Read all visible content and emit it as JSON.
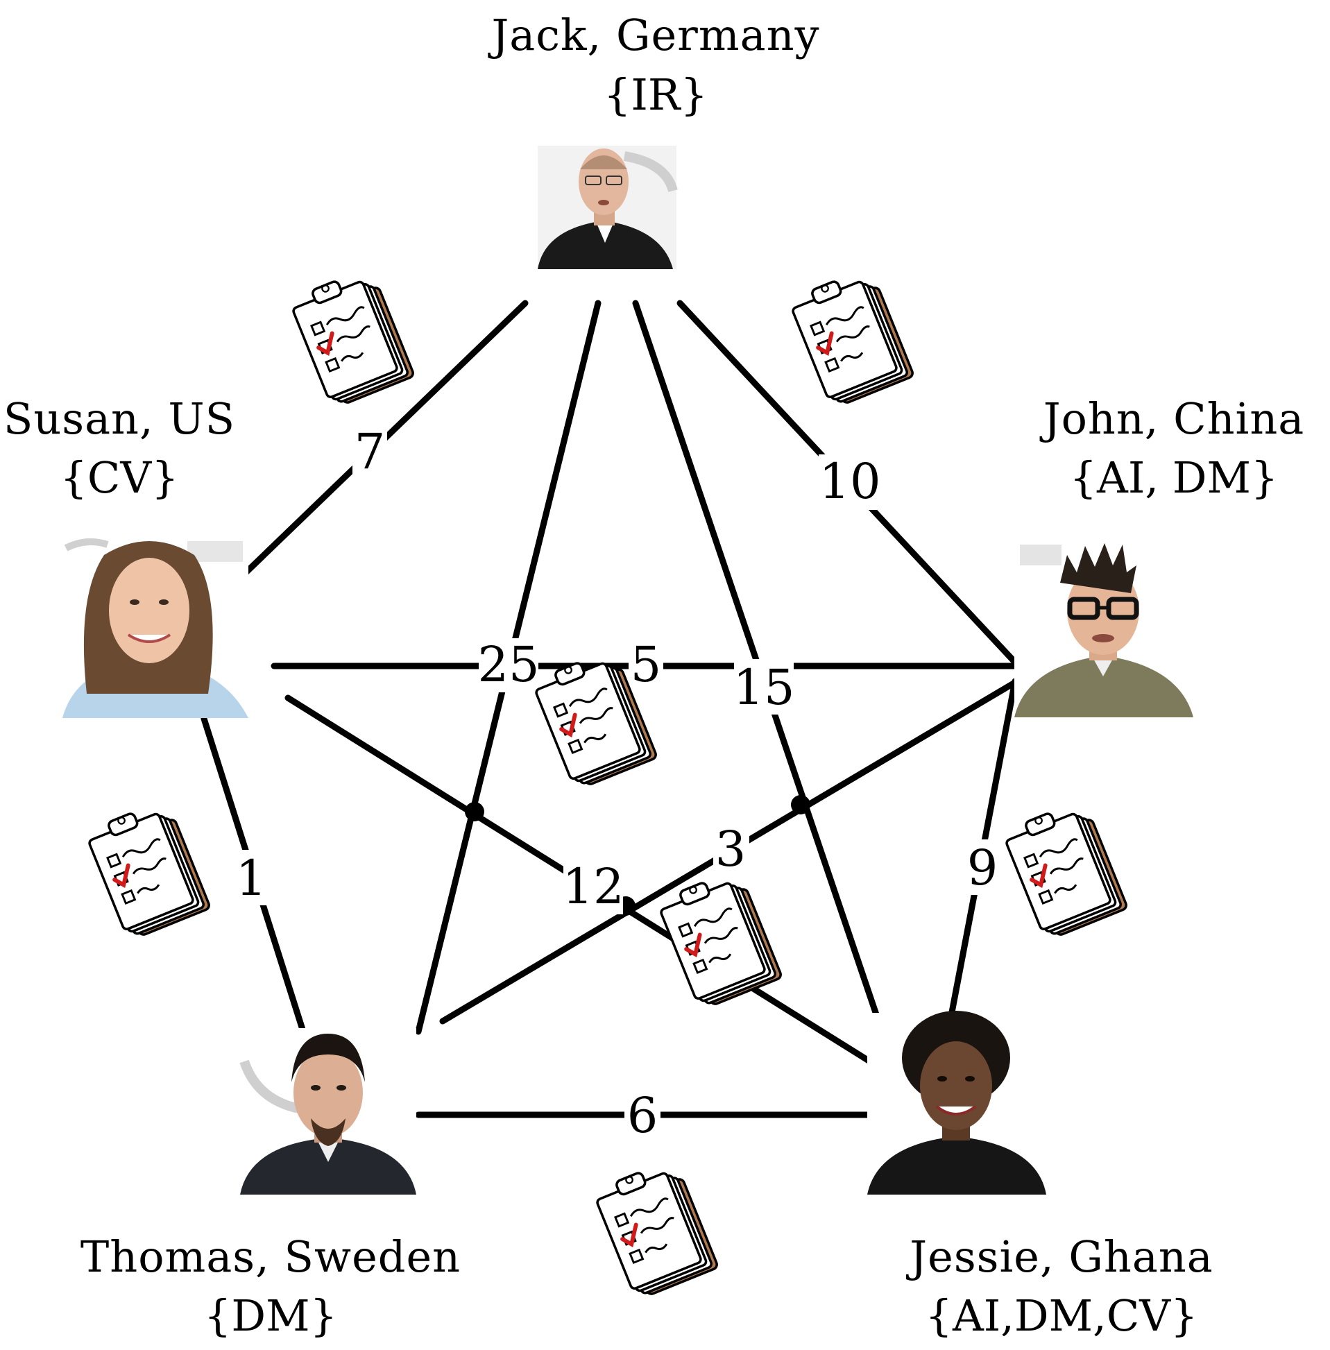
{
  "people": [
    {
      "id": "jack",
      "name": "Jack, Germany",
      "tags": "{IR}"
    },
    {
      "id": "susan",
      "name": "Susan, US",
      "tags": "{CV}"
    },
    {
      "id": "john",
      "name": "John, China",
      "tags": "{AI, DM}"
    },
    {
      "id": "thomas",
      "name": "Thomas, Sweden",
      "tags": "{DM}"
    },
    {
      "id": "jessie",
      "name": "Jessie, Ghana",
      "tags": "{AI,DM,CV}"
    }
  ],
  "edges": [
    {
      "from": "jack",
      "to": "susan",
      "weight": "7"
    },
    {
      "from": "jack",
      "to": "john",
      "weight": "10"
    },
    {
      "from": "susan",
      "to": "thomas",
      "weight": "1"
    },
    {
      "from": "thomas",
      "to": "jessie",
      "weight": "6"
    },
    {
      "from": "john",
      "to": "jessie",
      "weight": "9"
    },
    {
      "from": "jack",
      "to": "thomas",
      "weight": "25"
    },
    {
      "from": "susan",
      "to": "john",
      "weight": "5"
    },
    {
      "from": "jack",
      "to": "jessie",
      "weight": "15"
    },
    {
      "from": "susan",
      "to": "jessie",
      "weight": "12"
    },
    {
      "from": "thomas",
      "to": "john",
      "weight": "3"
    }
  ],
  "icons": {
    "avatar": "person-photo-icon",
    "task": "clipboard-checklist-icon"
  },
  "colors": {
    "edge": "#000000",
    "background": "#ffffff",
    "check": "#d11a1a",
    "paper_shadow": "#b07a50"
  }
}
